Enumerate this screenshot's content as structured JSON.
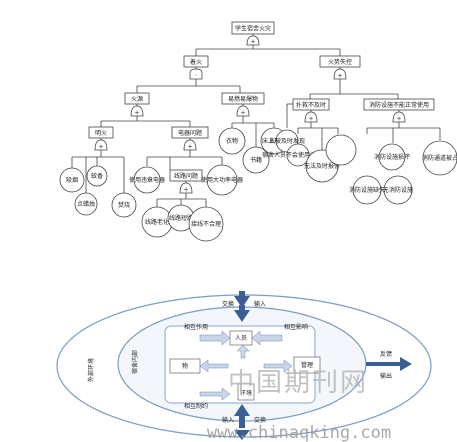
{
  "fault_tree": {
    "top_event": "学生宿舍火灾",
    "fire": "着火",
    "spread": "火势失控",
    "ignition_source": "火源",
    "combustibles": "易燃易爆物",
    "open_flame": "明火",
    "electrical": "电器问题",
    "not_detected": "未被及时发现",
    "detect_late": "扑救不及时",
    "facility_fail": "消防设施不能正常使用",
    "open_flame_items": [
      "吸烟",
      "蚊香",
      "点蜡烛",
      "焚烧"
    ],
    "electrical_items": [
      "使用违章电器",
      "线路问题"
    ],
    "wiring_items": [
      "线路老化",
      "线路短路",
      "接线不合理"
    ],
    "high_power": "使用大功率电器",
    "combustible_items": [
      "衣物",
      "书籍",
      "床上用品"
    ],
    "detect_items": [
      "宿舍人员不会使用消防器材",
      "无法及时报警"
    ],
    "facility_items": [
      "消防设施缺失",
      "消防设施损坏",
      "无消防设施",
      "消防通道被占"
    ]
  },
  "system_diagram": {
    "outer_left": "外部环境",
    "inner_left": "宿舍内部",
    "center_top": "人员",
    "center_left": "物",
    "center_right": "管理",
    "center_bottom": "环境",
    "top_arrow_labels": [
      "交换",
      "输入"
    ],
    "right_arrow_labels": [
      "反馈",
      "输出"
    ],
    "bottom_arrow_labels": [
      "输入",
      "交换"
    ],
    "inner_arrow_labels": [
      "相互作用",
      "相互影响",
      "相互制约"
    ]
  },
  "watermark": {
    "site_cn": "中国期刊网",
    "url": "www.chinaqking.com"
  }
}
